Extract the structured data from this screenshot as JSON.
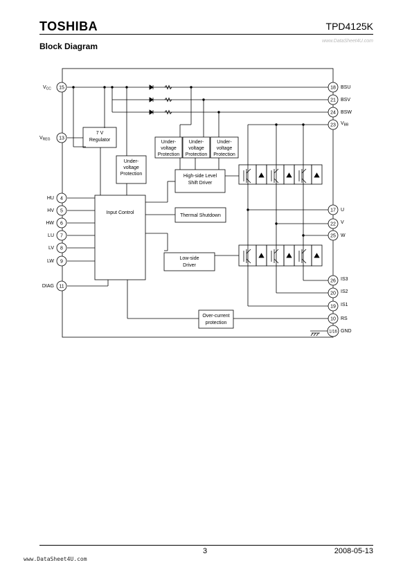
{
  "header": {
    "logo": "TOSHIBA",
    "part_number": "TPD4125K",
    "watermark": "www.DataSheet4U.com"
  },
  "section_title": "Block Diagram",
  "diagram": {
    "left_pins": [
      {
        "id": "vcc",
        "label": "V",
        "sub": "CC",
        "num": "15"
      },
      {
        "id": "vreg",
        "label": "V",
        "sub": "REG",
        "num": "13"
      },
      {
        "id": "hu",
        "label": "HU",
        "num": "4"
      },
      {
        "id": "hv",
        "label": "HV",
        "num": "5"
      },
      {
        "id": "hw",
        "label": "HW",
        "num": "6"
      },
      {
        "id": "lu",
        "label": "LU",
        "num": "7"
      },
      {
        "id": "lv",
        "label": "LV",
        "num": "8"
      },
      {
        "id": "lw",
        "label": "LW",
        "num": "9"
      },
      {
        "id": "diag",
        "label": "DIAG",
        "num": "11"
      }
    ],
    "right_pins": [
      {
        "id": "bsu",
        "label": "BSU",
        "num": "18"
      },
      {
        "id": "bsv",
        "label": "BSV",
        "num": "21"
      },
      {
        "id": "bsw",
        "label": "BSW",
        "num": "24"
      },
      {
        "id": "vbb",
        "label": "V",
        "sub": "BB",
        "num": "23"
      },
      {
        "id": "u",
        "label": "U",
        "num": "17"
      },
      {
        "id": "v",
        "label": "V",
        "num": "22"
      },
      {
        "id": "w",
        "label": "W",
        "num": "25"
      },
      {
        "id": "is3",
        "label": "IS3",
        "num": "26"
      },
      {
        "id": "is2",
        "label": "IS2",
        "num": "20"
      },
      {
        "id": "is1",
        "label": "IS1",
        "num": "19"
      },
      {
        "id": "rs",
        "label": "RS",
        "num": "10"
      },
      {
        "id": "gnd",
        "label": "GND",
        "num": "1/16"
      }
    ],
    "blocks": {
      "regulator": [
        "7 V",
        "Regulator"
      ],
      "uvp_low": [
        "Under-",
        "voltage",
        "Protection"
      ],
      "uvp_high_1": [
        "Under-",
        "voltage",
        "Protection"
      ],
      "uvp_high_2": [
        "Under-",
        "voltage",
        "Protection"
      ],
      "uvp_high_3": [
        "Under-",
        "voltage",
        "Protection"
      ],
      "high_side": [
        "High-side Level",
        "Shift Driver"
      ],
      "input_control": [
        "Input Control"
      ],
      "thermal": [
        "Thermal Shutdown"
      ],
      "low_side": [
        "Low-side",
        "Driver"
      ],
      "overcurrent": [
        "Over-current",
        "protection"
      ]
    }
  },
  "footer": {
    "page": "3",
    "date": "2008-05-13",
    "watermark": "www.DataSheet4U.com"
  }
}
